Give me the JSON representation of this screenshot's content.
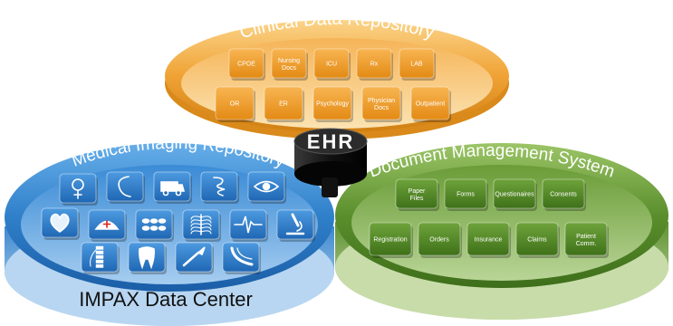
{
  "clinical": {
    "title": "Clinical Data Repository",
    "row1": [
      "CPOE",
      "Nursing",
      "ICU",
      "Rx",
      "LAB"
    ],
    "row1_sub": [
      "",
      "Docs",
      "",
      "",
      ""
    ],
    "row2": [
      "OR",
      "ER",
      "Psychology",
      "Physician",
      "Outpatient"
    ],
    "row2_sub": [
      "",
      "",
      "",
      "Docs",
      ""
    ]
  },
  "imaging": {
    "title": "Medical Imaging Repository",
    "footer": "IMPAX Data Center",
    "icons": [
      "female-symbol-icon",
      "profile-silhouette-icon",
      "ambulance-icon",
      "digestive-system-icon",
      "eye-icon",
      "heart-icon",
      "nurse-cap-icon",
      "pills-icon",
      "chest-xray-icon",
      "ecg-wave-icon",
      "microscope-icon",
      "spine-xray-icon",
      "tooth-icon",
      "scalpel-icon",
      "foot-bones-icon"
    ]
  },
  "documents": {
    "title": "Document Management System",
    "row1": [
      "Paper",
      "Forms",
      "Questionaires",
      "Consents"
    ],
    "row1_sub": [
      "Files",
      "",
      "",
      ""
    ],
    "row2": [
      "Registration",
      "Orders",
      "Insurance",
      "Claims",
      "Patient"
    ],
    "row2_sub": [
      "",
      "",
      "",
      "",
      "Comm."
    ]
  },
  "center": {
    "label": "EHR"
  },
  "colors": {
    "orange": "#f2a93b",
    "blue": "#2f7fc9",
    "green": "#5a8e2c",
    "dark": "#1a1a1a"
  }
}
